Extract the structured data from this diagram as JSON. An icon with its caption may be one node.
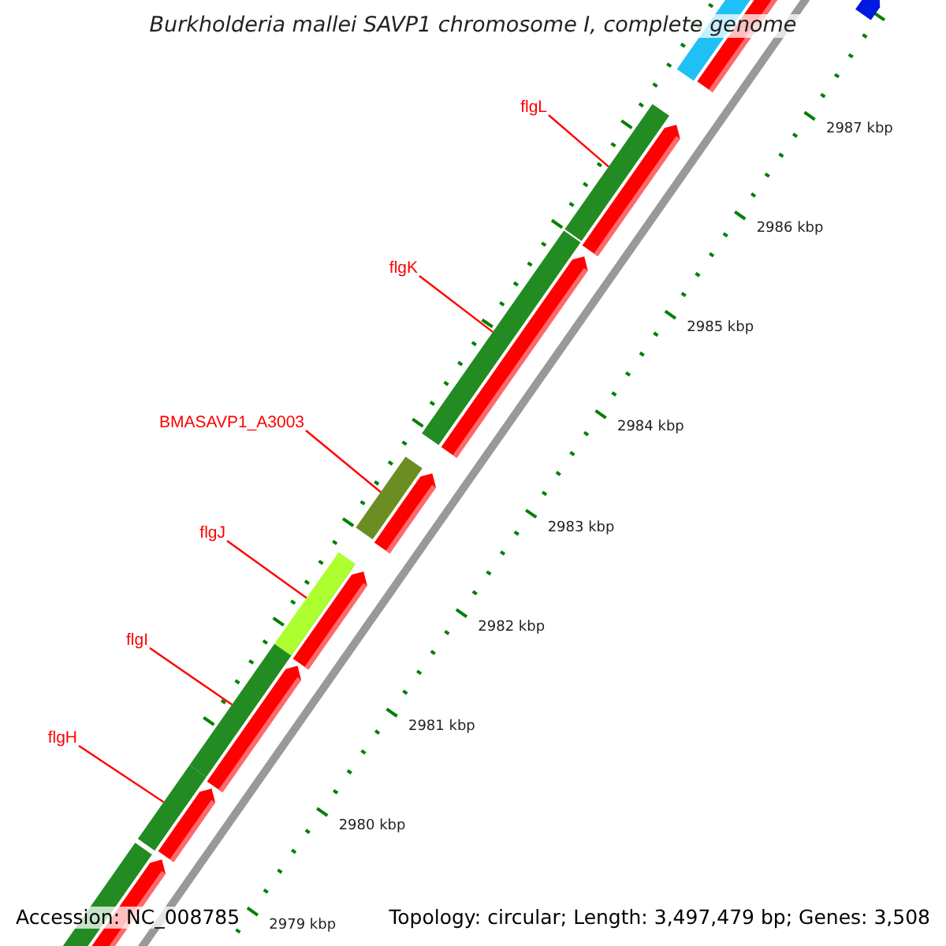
{
  "diagram": {
    "title": "Burkholderia mallei SAVP1 chromosome I, complete genome",
    "nodes": [
      {
        "text": [
          "flgL"
        ]
      },
      {
        "text": [
          "flgK"
        ]
      },
      {
        "text": [
          "BMASAVP1_A3003"
        ]
      },
      {
        "text": [
          "flgJ"
        ]
      },
      {
        "text": [
          "flgI"
        ]
      },
      {
        "text": [
          "flgH"
        ]
      },
      {
        "text": [],
        "shape": "bar"
      },
      {
        "text": [],
        "shape": "bar"
      },
      {
        "text": [],
        "shape": "bar"
      },
      {
        "text": [],
        "shape": "bar"
      },
      {
        "text": [],
        "shape": "bar"
      },
      {
        "text": [],
        "shape": "bar"
      }
    ],
    "edges": [
      {
        "from": 0,
        "to": 6,
        "arrow": "none"
      },
      {
        "from": 1,
        "to": 7,
        "arrow": "none"
      },
      {
        "from": 2,
        "to": 8,
        "arrow": "none"
      },
      {
        "from": 3,
        "to": 9,
        "arrow": "none"
      },
      {
        "from": 4,
        "to": 10,
        "arrow": "none"
      },
      {
        "from": 5,
        "to": 11,
        "arrow": "none"
      }
    ],
    "labels": [
      "2987 kbp",
      "2986 kbp",
      "2985 kbp",
      "2984 kbp",
      "2983 kbp",
      "2982 kbp",
      "2981 kbp",
      "2980 kbp",
      "2979 kbp",
      "Accession: NC_008785",
      "Topology: circular; Length: 3,497,479 bp; Genes: 3,508"
    ]
  }
}
